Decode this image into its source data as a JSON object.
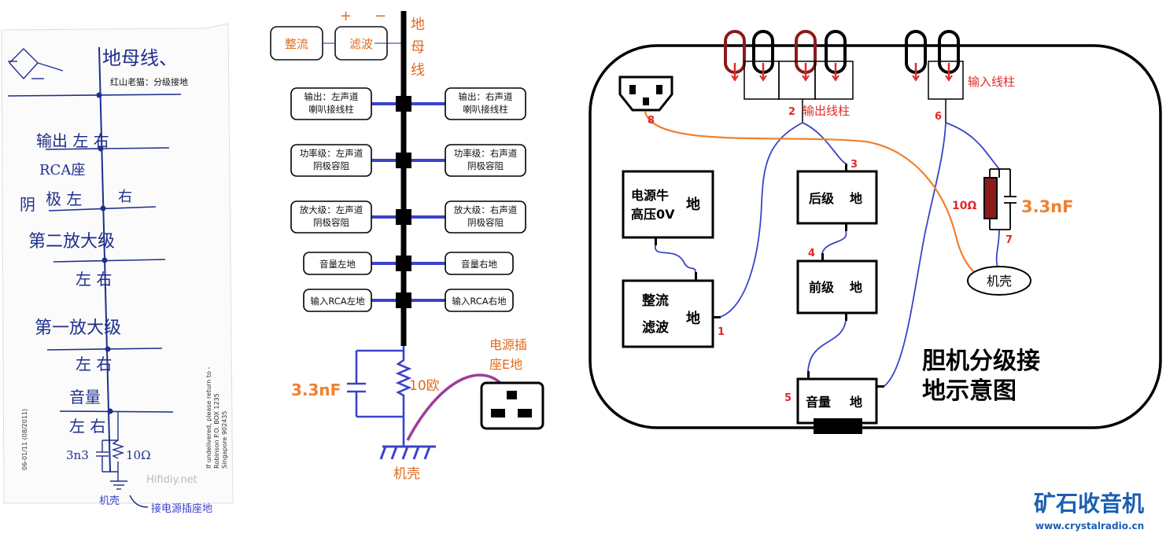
{
  "colors": {
    "orange": "#f08030",
    "blue": "#3a43c8",
    "red": "#e02a2a",
    "dark_red": "#8b1a1a",
    "purple": "#9c3d9c",
    "ink": "#1e2f8c",
    "brand_blue": "#1a5fb4"
  },
  "left_sketch": {
    "title": "地母线、",
    "note": "红山老猫：分级接地",
    "row1": "输出 左  右",
    "row1b": "RCA座",
    "row2_left": "阴",
    "row2_mid": "极  左",
    "row2_right": "右",
    "row3": "第二放大级",
    "row3_lr": "左        右",
    "row4": "第一放大级",
    "row4_lr": "左        右",
    "row5": "音量",
    "row5_lr": "左        右",
    "cap": "3n3",
    "res": "10Ω",
    "chassis": "机壳",
    "to_socket": "接电源插座地",
    "watermark": "Hifidiy.net",
    "stamp1": "If undelivered, please return to -",
    "stamp2": "Robinson P.O. BOX 1235",
    "stamp3": "Singapore 902435",
    "stamp4": "06-01/11 (08/2011)"
  },
  "middle": {
    "plus": "+",
    "minus": "−",
    "rect_label": "整流",
    "filter_label": "滤波",
    "bus_label_1": "地",
    "bus_label_2": "母",
    "bus_label_3": "线",
    "left_items": [
      "输出：左声道\n喇叭接线柱",
      "功率级：左声道\n阴极容阻",
      "放大级：左声道\n阴极容阻",
      "音量左地",
      "输入RCA左地"
    ],
    "right_items": [
      "输出：右声道\n喇叭接线柱",
      "功率级：右声道\n阴极容阻",
      "放大级：右声道\n阴极容阻",
      "音量右地",
      "输入RCA右地"
    ],
    "cap_label": "3.3nF",
    "res_label": "10欧",
    "socket_label_1": "电源插",
    "socket_label_2": "座E地",
    "chassis_label": "机壳"
  },
  "right": {
    "output_terminal": "输出线柱",
    "input_terminal": "输入线柱",
    "psu_box_1": "电源牛",
    "psu_box_2": "高压0V",
    "psu_box_gnd": "地",
    "rect_box_1": "整流",
    "rect_box_2": "滤波",
    "rect_box_gnd": "地",
    "post_stage": "后级",
    "post_gnd": "地",
    "pre_stage": "前级",
    "pre_gnd": "地",
    "volume": "音量",
    "volume_gnd": "地",
    "res_label": "10Ω",
    "cap_label": "3.3nF",
    "chassis": "机壳",
    "num1": "1",
    "num2": "2",
    "num3": "3",
    "num4": "4",
    "num5": "5",
    "num6": "6",
    "num7": "7",
    "num8": "8",
    "title_1": "胆机分级接",
    "title_2": "地示意图"
  },
  "brand": {
    "name": "矿石收音机",
    "url": "www.crystalradio.cn"
  }
}
